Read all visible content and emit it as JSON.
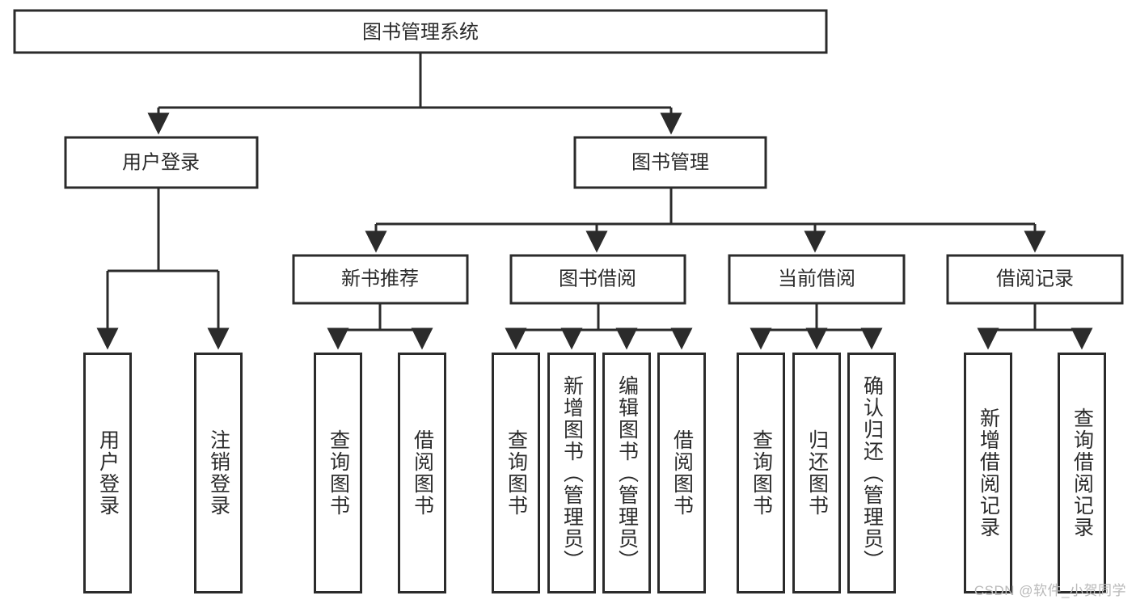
{
  "diagram": {
    "type": "tree",
    "title": "图书管理系统",
    "root": {
      "label": "图书管理系统"
    },
    "level2": [
      {
        "label": "用户登录"
      },
      {
        "label": "图书管理"
      }
    ],
    "level3": [
      {
        "label": "新书推荐"
      },
      {
        "label": "图书借阅"
      },
      {
        "label": "当前借阅"
      },
      {
        "label": "借阅记录"
      }
    ],
    "leaves": {
      "user_login": [
        {
          "label": "用户登录"
        },
        {
          "label": "注销登录"
        }
      ],
      "new_book_recommend": [
        {
          "label": "查询图书"
        },
        {
          "label": "借阅图书"
        }
      ],
      "book_borrow": [
        {
          "label": "查询图书"
        },
        {
          "label": "新增图书（管理员）"
        },
        {
          "label": "编辑图书（管理员）"
        },
        {
          "label": "借阅图书"
        }
      ],
      "current_borrow": [
        {
          "label": "查询图书"
        },
        {
          "label": "归还图书"
        },
        {
          "label": "确认归还（管理员）"
        }
      ],
      "borrow_record": [
        {
          "label": "新增借阅记录"
        },
        {
          "label": "查询借阅记录"
        }
      ]
    }
  },
  "watermark": {
    "text": "CSDN @软件_小贺同学"
  },
  "colors": {
    "stroke": "#2b2b2b",
    "fill": "#ffffff",
    "text": "#2b2b2b",
    "watermark": "#b9b9b9"
  }
}
